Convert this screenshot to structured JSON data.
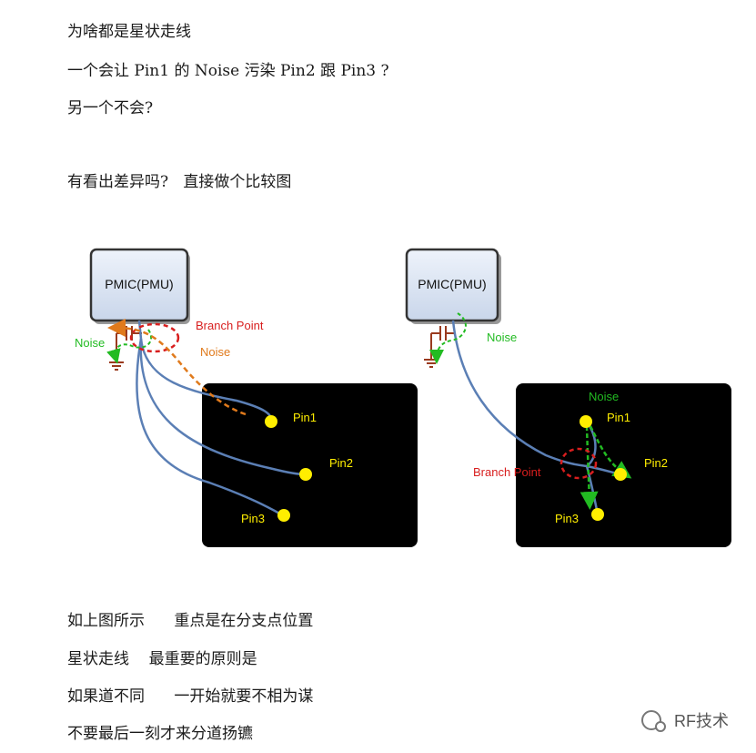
{
  "text": {
    "q1": "为啥都是星状走线",
    "q2": "一个会让 Pin1 的 Noise 污染 Pin2 跟 Pin3 ?",
    "q3": "另一个不会?",
    "q4": "有看出差异吗?   直接做个比较图",
    "c1": "如上图所示      重点是在分支点位置",
    "c2": "星状走线    最重要的原则是",
    "c3": "如果道不同      一开始就要不相为谋",
    "c4": "不要最后一刻才来分道扬镳"
  },
  "diagram": {
    "left": {
      "chip_label": "PMIC(PMU)",
      "branch_label": "Branch Point",
      "noise_green": "Noise",
      "noise_orange": "Noise",
      "pin1": "Pin1",
      "pin2": "Pin2",
      "pin3": "Pin3"
    },
    "right": {
      "chip_label": "PMIC(PMU)",
      "branch_label": "Branch Point",
      "noise_cap": "Noise",
      "noise_board": "Noise",
      "pin1": "Pin1",
      "pin2": "Pin2",
      "pin3": "Pin3"
    },
    "colors": {
      "board": "#000000",
      "pin": "#ffee00",
      "pin_text": "#ffee00",
      "trace": "#5b7fb5",
      "branch": "#d81e1e",
      "noise_green": "#22bb22",
      "noise_orange": "#e07a1c",
      "ground": "#9a3a1e"
    }
  },
  "watermark": {
    "label": "RF技术",
    "icon": "wechat-icon"
  }
}
